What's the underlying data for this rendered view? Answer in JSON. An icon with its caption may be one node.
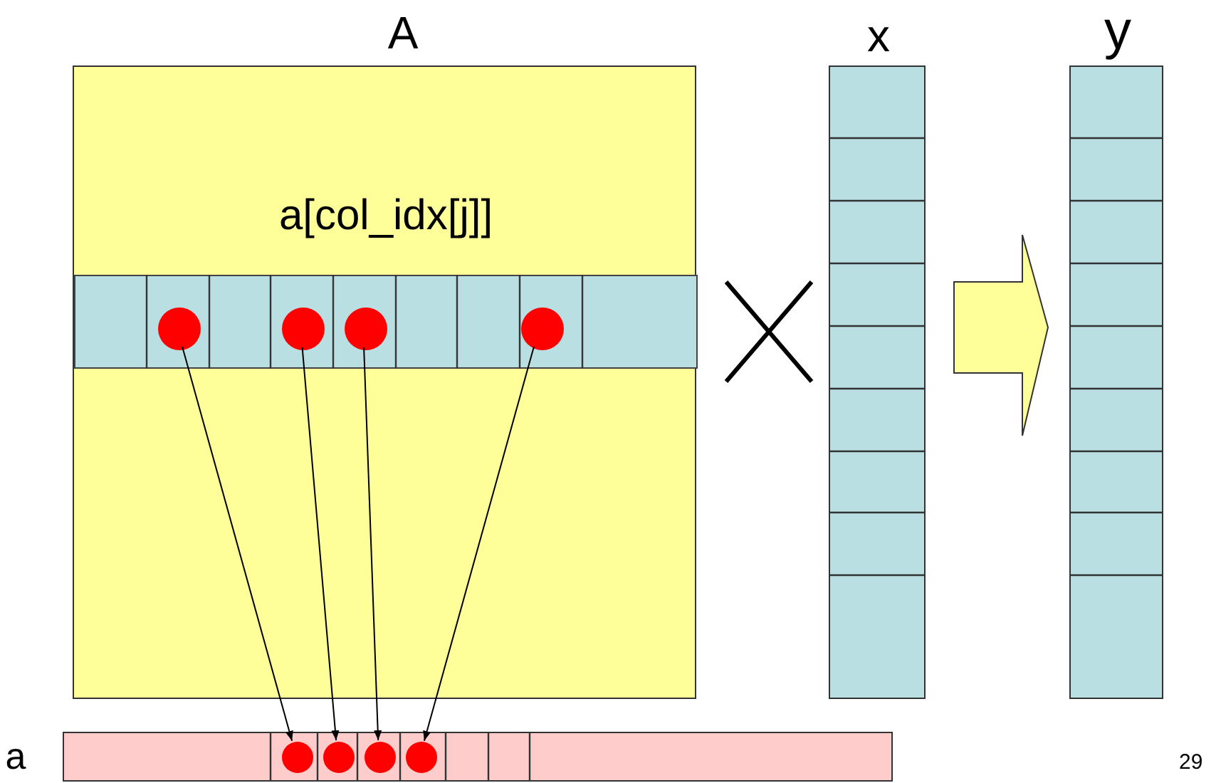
{
  "diagram": {
    "nodes": [
      {
        "text": [
          "A",
          "a[col_idx[j]]"
        ]
      },
      {
        "text": [],
        "shape": "bar",
        "in": 0
      },
      {
        "text": [],
        "shape": "circle",
        "in": 1
      },
      {
        "text": [],
        "shape": "circle",
        "in": 1
      },
      {
        "text": [],
        "shape": "circle",
        "in": 1
      },
      {
        "text": [],
        "shape": "circle",
        "in": 1
      },
      {
        "text": [
          "x"
        ]
      },
      {
        "text": [
          "y"
        ]
      },
      {
        "text": [
          "a"
        ]
      },
      {
        "text": [],
        "shape": "circle",
        "in": 8
      },
      {
        "text": [],
        "shape": "circle",
        "in": 8
      },
      {
        "text": [],
        "shape": "circle",
        "in": 8
      },
      {
        "text": [],
        "shape": "circle",
        "in": 8
      }
    ],
    "edges": [
      {
        "from": 2,
        "to": 9,
        "arrow": "to"
      },
      {
        "from": 3,
        "to": 10,
        "arrow": "to"
      },
      {
        "from": 4,
        "to": 11,
        "arrow": "to"
      },
      {
        "from": 5,
        "to": 12,
        "arrow": "to"
      },
      {
        "from": 6,
        "to": 7,
        "arrow": "to",
        "style": "thick"
      }
    ],
    "labels": [
      "29"
    ]
  }
}
